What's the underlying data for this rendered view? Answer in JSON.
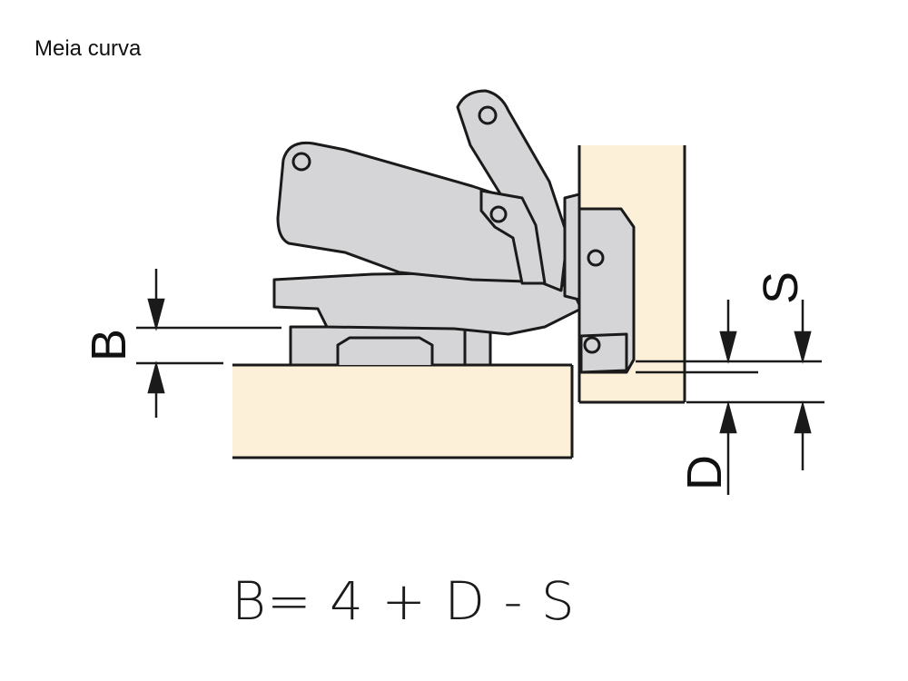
{
  "title": "Meia curva",
  "formula": "B= 4 + D - S",
  "labels": {
    "b": "B",
    "d": "D",
    "s": "S"
  },
  "colors": {
    "wood": "#fdf0d9",
    "metal": "#d5d5d7",
    "outline": "#1a1a1a"
  }
}
